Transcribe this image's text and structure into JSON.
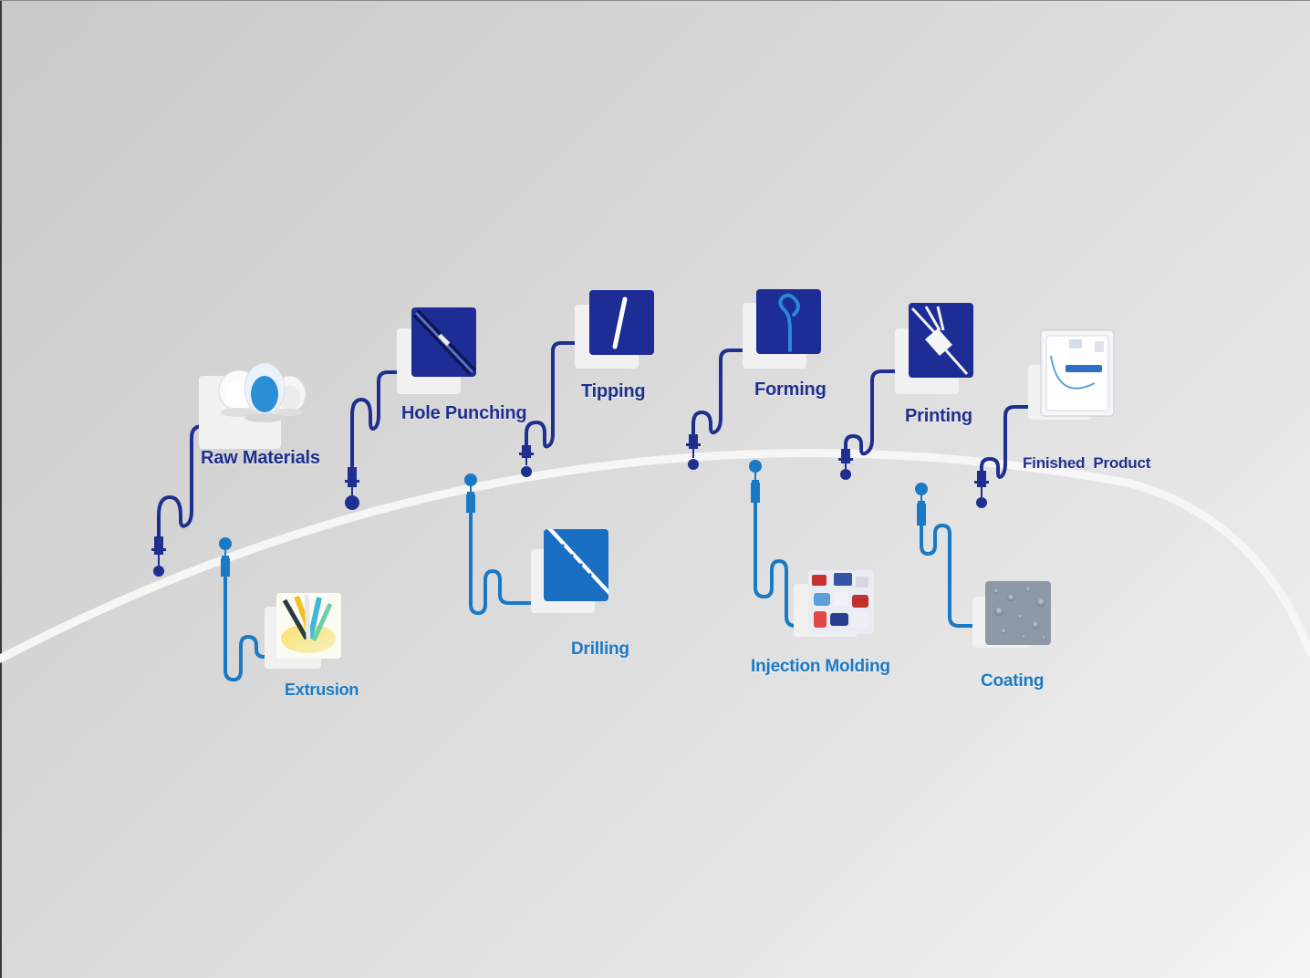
{
  "diagram": {
    "top_steps": [
      {
        "label": "Raw Materials"
      },
      {
        "label": "Hole Punching"
      },
      {
        "label": "Tipping"
      },
      {
        "label": "Forming"
      },
      {
        "label": "Printing"
      },
      {
        "label": "Finished  Product"
      }
    ],
    "bottom_steps": [
      {
        "label": "Extrusion"
      },
      {
        "label": "Drilling"
      },
      {
        "label": "Injection Molding"
      },
      {
        "label": "Coating"
      }
    ],
    "colors": {
      "top_line": "#1f2f8f",
      "bottom_line": "#1a79c4",
      "arc": "#f4f4f4",
      "tile_dark": "#1e2c96",
      "tile_blue": "#1a6fc2"
    },
    "icons": {
      "raw_materials": "pellet-jars-icon",
      "hole_punching": "catheter-holes-icon",
      "tipping": "catheter-tip-icon",
      "forming": "pigtail-catheter-icon",
      "printing": "multi-lumen-hub-icon",
      "finished_product": "packaged-kit-icon",
      "extrusion": "colored-tubes-icon",
      "drilling": "drilled-tube-icon",
      "injection_molding": "molded-parts-icon",
      "coating": "water-droplets-icon"
    }
  }
}
